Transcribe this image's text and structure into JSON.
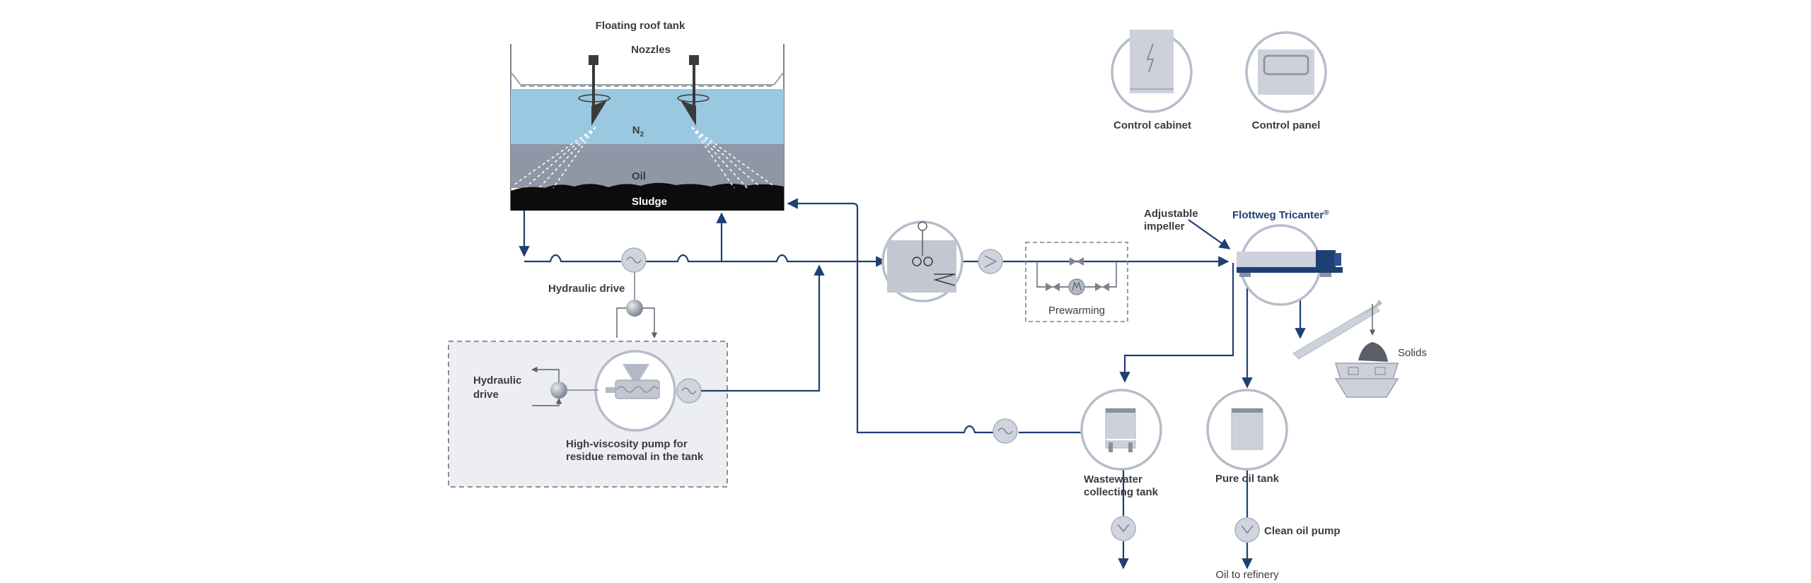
{
  "colors": {
    "flow_line": "#1e3f74",
    "n2_layer": "#9ac8e0",
    "oil_layer": "#8f96a6",
    "sludge_layer": "#0c0c0c",
    "equipment_fill": "#cdd1dc",
    "equipment_ring": "#b7bccb",
    "dashed_box_fill": "#eceef2",
    "accent_blue": "#1e3f74"
  },
  "tank": {
    "title": "Floating roof tank",
    "nozzles": "Nozzles",
    "n2_label": "N",
    "n2_sub": "2",
    "oil_label": "Oil",
    "sludge_label": "Sludge"
  },
  "cabinet": {
    "label": "Control cabinet",
    "icon": "lightning-icon"
  },
  "panel": {
    "label": "Control panel",
    "icon": "display-panel-icon"
  },
  "hydraulic_drive_top": "Hydraulic drive",
  "pump_box": {
    "hydraulic_line1": "Hydraulic",
    "hydraulic_line2": "drive",
    "pump_line1": "High-viscosity pump for",
    "pump_line2": "residue removal in the tank"
  },
  "prewarming": "Prewarming",
  "impeller_line1": "Adjustable",
  "impeller_line2": "impeller",
  "tricanter": "Flottweg Tricanter",
  "tricanter_mark": "®",
  "solids": "Solids",
  "wastewater_line1": "Wastewater",
  "wastewater_line2": "collecting tank",
  "pure_oil_tank": "Pure oil tank",
  "clean_oil_pump": "Clean oil pump",
  "oil_to_refinery": "Oil to refinery"
}
